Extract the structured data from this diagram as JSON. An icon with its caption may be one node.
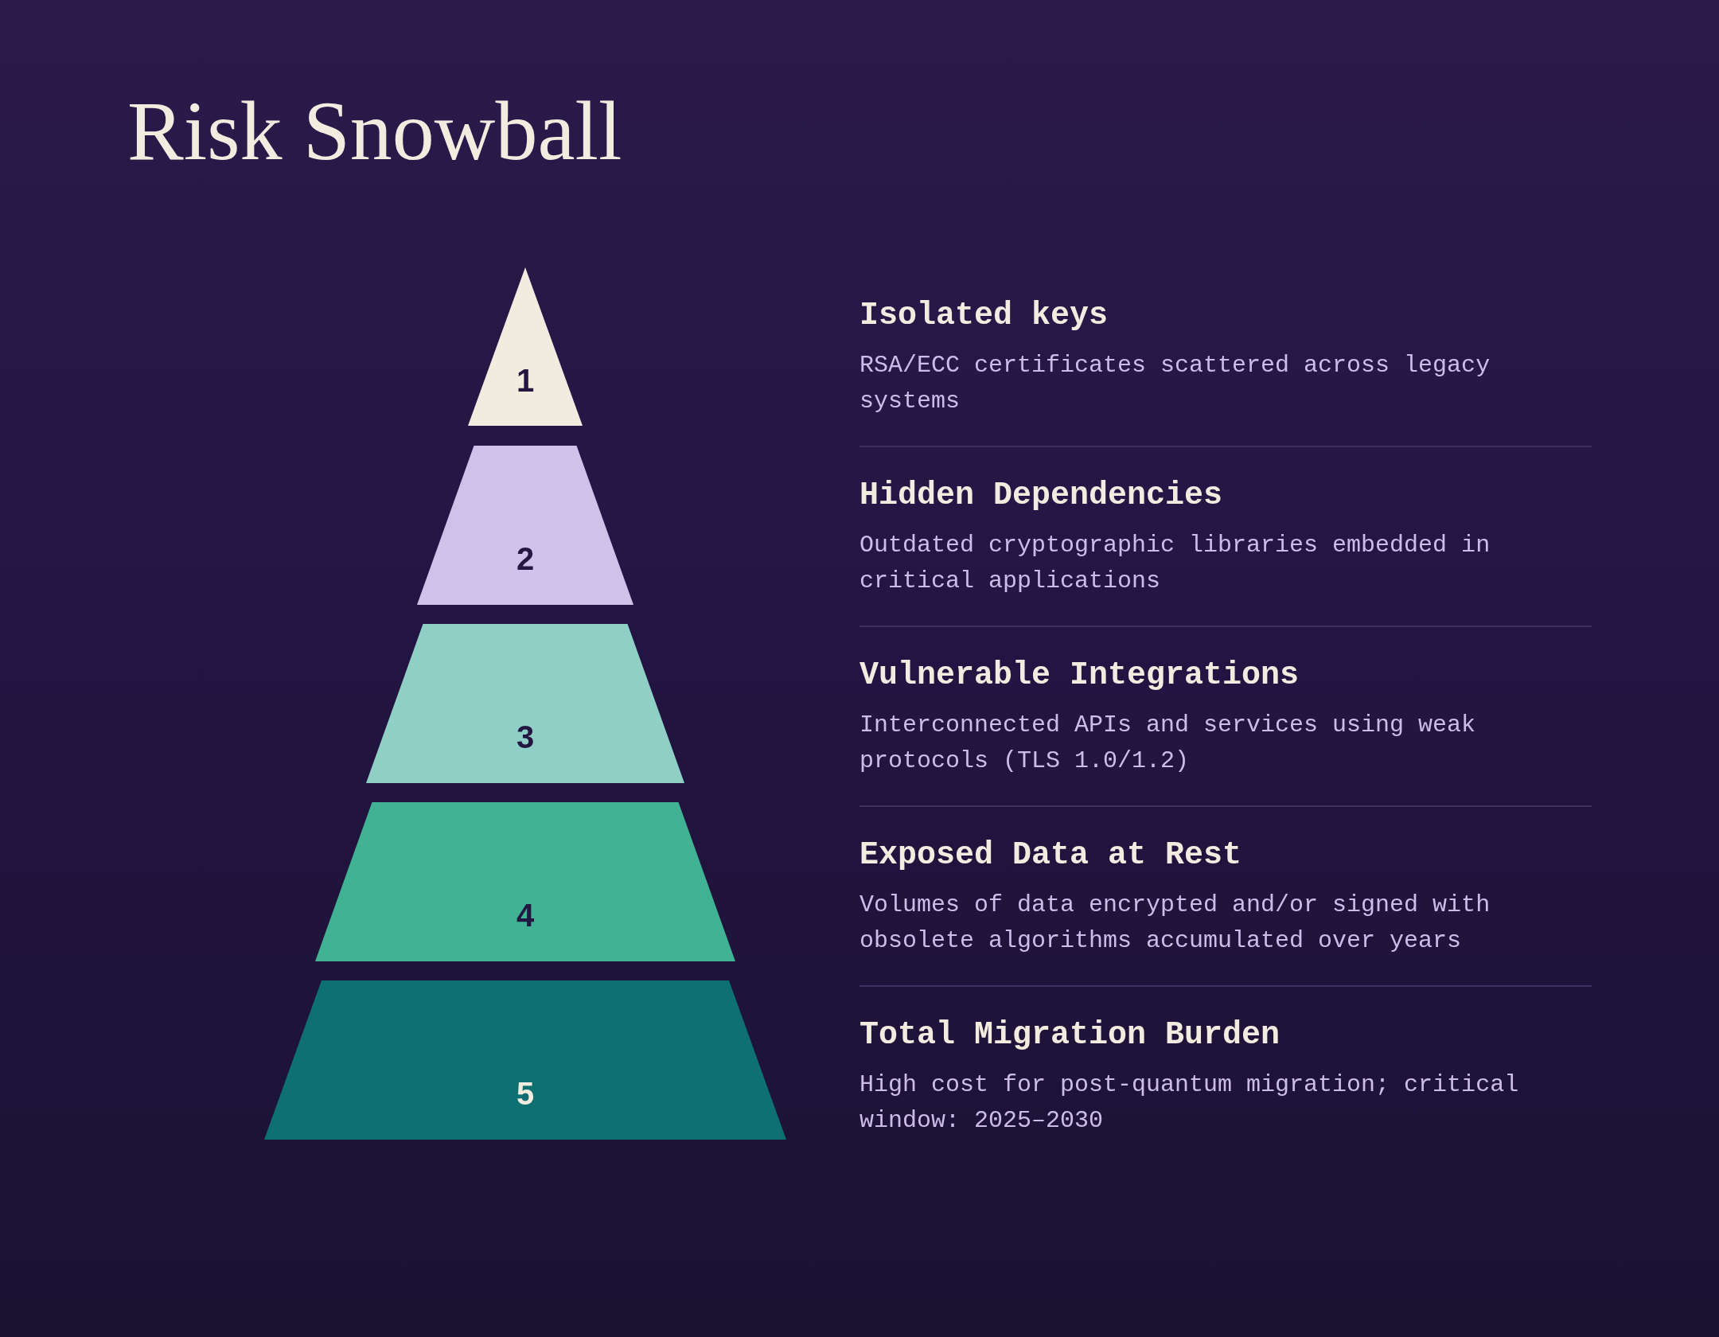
{
  "diagram": {
    "title": "Risk Snowball",
    "nodes": [
      {
        "text": [
          "1"
        ],
        "beside": [
          "Isolated keys",
          "RSA/ECC certificates scattered across legacy systems"
        ]
      },
      {
        "text": [
          "2"
        ],
        "beside": [
          "Hidden Dependencies",
          "Outdated cryptographic libraries embedded in critical applications"
        ]
      },
      {
        "text": [
          "3"
        ],
        "beside": [
          "Vulnerable Integrations",
          "Interconnected APIs and services using weak protocols (TLS 1.0/1.2)"
        ]
      },
      {
        "text": [
          "4"
        ],
        "beside": [
          "Exposed Data at Rest",
          "Volumes of data encrypted and/or signed with obsolete algorithms accumulated over years"
        ]
      },
      {
        "text": [
          "5"
        ],
        "beside": [
          "Total Migration Burden",
          "High cost for post-quantum migration; critical window: 2025–2030"
        ]
      }
    ]
  }
}
